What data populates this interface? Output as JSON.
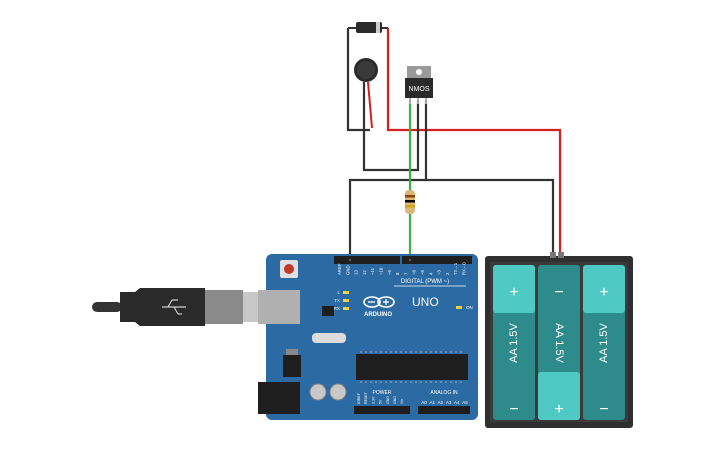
{
  "circuit": {
    "transistor": {
      "label": "NMOS"
    },
    "arduino": {
      "brand": "ARDUINO",
      "model": "UNO",
      "digital_header": "DIGITAL (PWM ~)",
      "analog_header": "ANALOG IN",
      "power_header": "POWER",
      "top_pins": [
        "AREF",
        "GND",
        "13",
        "12",
        "~11",
        "~10",
        "~9",
        "8",
        "7",
        "~6",
        "~5",
        "4",
        "~3",
        "2",
        "TX→1",
        "RX←0"
      ],
      "analog_pins": [
        "A0",
        "A1",
        "A2",
        "A3",
        "A4",
        "A5"
      ],
      "power_pins": [
        "IOREF",
        "RESET",
        "3.3V",
        "5V",
        "GND",
        "GND",
        "Vin"
      ],
      "led_labels": [
        "L",
        "TX",
        "RX"
      ],
      "on_label": "ON"
    },
    "battery_pack": {
      "cells": [
        {
          "label": "AA 1.5V",
          "top_sign": "+",
          "bottom_sign": "−"
        },
        {
          "label": "AA 1.5V",
          "top_sign": "−",
          "bottom_sign": "+"
        },
        {
          "label": "AA 1.5V",
          "top_sign": "+",
          "bottom_sign": "−"
        }
      ]
    },
    "colors": {
      "board": "#2b6aa3",
      "battery_case": "#2f2f2f",
      "cell": "#2e8b8b",
      "cell_cap": "#4fc9c4",
      "wire_red": "#d42020",
      "wire_green": "#3cb043",
      "wire_black": "#333333"
    }
  }
}
